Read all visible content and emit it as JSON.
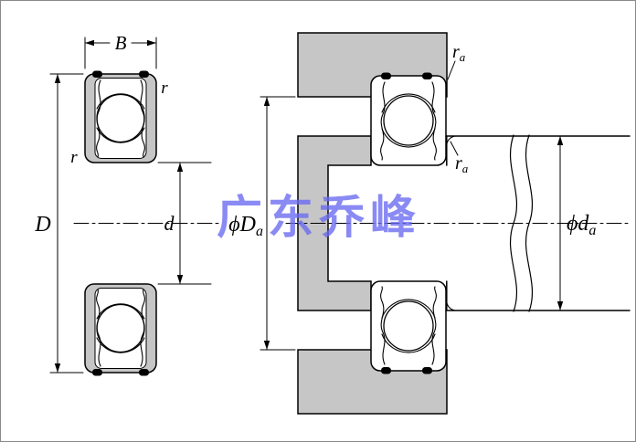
{
  "diagram_title": "ball-bearing-boundary-and-mounting-dimensions",
  "colors": {
    "steel_gray": "#c6c6c6",
    "line_black": "#000000",
    "watermark_blue": "#6a6af2",
    "background": "#ffffff"
  },
  "watermark": {
    "text": "广东乔峰"
  },
  "front_view": {
    "labels": {
      "width": "B",
      "outer_diameter": "D",
      "bore_diameter": "d",
      "chamfer_top": "r",
      "chamfer_left": "r"
    }
  },
  "mount_view": {
    "labels": {
      "housing_shoulder_dia_main": "ϕD",
      "housing_shoulder_dia_sub": "a",
      "shaft_shoulder_dia_main": "ϕd",
      "shaft_shoulder_dia_sub": "a",
      "fillet_top_main": "r",
      "fillet_top_sub": "a",
      "fillet_mid_main": "r",
      "fillet_mid_sub": "a"
    }
  }
}
